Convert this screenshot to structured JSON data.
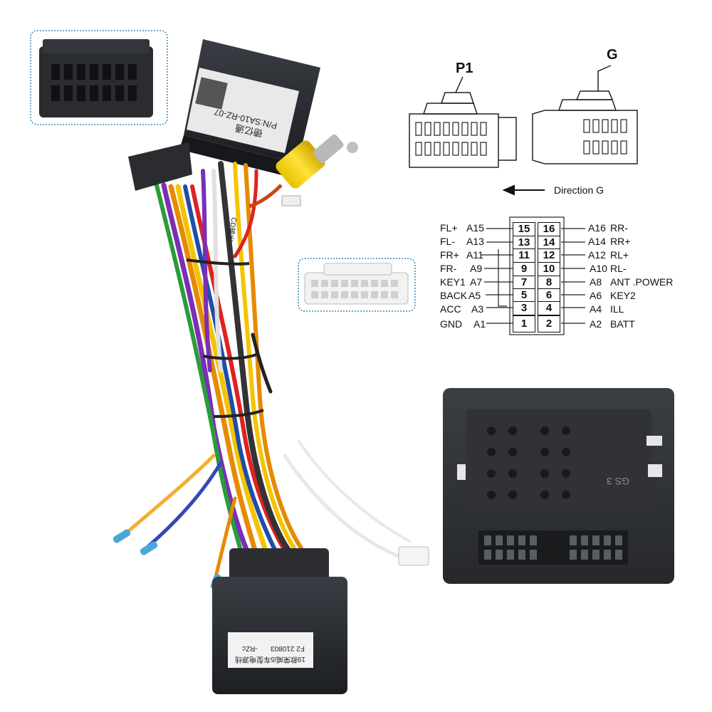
{
  "module": {
    "part_number": "P/N:SA10-RZ-07",
    "brand_text": "德亿通"
  },
  "box_label": {
    "code": "F2 210803",
    "model": "-RZc",
    "name": "19款荣威i5车型电源线"
  },
  "connector_labels": {
    "p1": "P1",
    "g": "G",
    "direction": "Direction G"
  },
  "pinout": {
    "left": [
      {
        "name": "FL+",
        "pin": "A15",
        "num": "15"
      },
      {
        "name": "FL-",
        "pin": "A13",
        "num": "13"
      },
      {
        "name": "FR+",
        "pin": "A11",
        "num": "11"
      },
      {
        "name": "FR-",
        "pin": "A9",
        "num": "9"
      },
      {
        "name": "KEY1",
        "pin": "A7",
        "num": "7"
      },
      {
        "name": "BACK",
        "pin": "A5",
        "num": "5"
      },
      {
        "name": "ACC",
        "pin": "A3",
        "num": "3"
      },
      {
        "name": "GND",
        "pin": "A1",
        "num": "1"
      }
    ],
    "right": [
      {
        "name": "RR-",
        "pin": "A16",
        "num": "16"
      },
      {
        "name": "RR+",
        "pin": "A14",
        "num": "14"
      },
      {
        "name": "RL+",
        "pin": "A12",
        "num": "12"
      },
      {
        "name": "RL-",
        "pin": "A10",
        "num": "10"
      },
      {
        "name": "ANT .POWER",
        "pin": "A8",
        "num": "8"
      },
      {
        "name": "KEY2",
        "pin": "A6",
        "num": "6"
      },
      {
        "name": "ILL",
        "pin": "A4",
        "num": "4"
      },
      {
        "name": "BATT",
        "pin": "A2",
        "num": "2"
      }
    ]
  },
  "socket_text": "GS 3",
  "cable_tag": "CD输出"
}
